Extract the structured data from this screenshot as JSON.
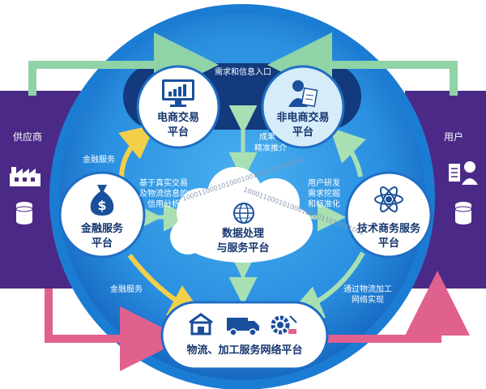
{
  "left_panel": {
    "title": "供应商",
    "icons": [
      "factory-icon",
      "database-icon"
    ]
  },
  "right_panel": {
    "title": "用户",
    "icons": [
      "user-document-icon",
      "database-icon"
    ]
  },
  "top_bar": {
    "title": "需求和信息入口"
  },
  "nodes": {
    "ecommerce": {
      "line1": "电商交易",
      "line2": "平台",
      "icon": "monitor-chart-icon"
    },
    "non_ecommerce": {
      "line1": "非电商交易",
      "line2": "平台",
      "icon": "person-document-icon"
    },
    "financial": {
      "line1": "金融服务",
      "line2": "平台",
      "icon": "money-bag-icon"
    },
    "data": {
      "line1": "数据处理",
      "line2": "与服务平台",
      "icon": "globe-icon"
    },
    "tech": {
      "line1": "技术商务服务",
      "line2": "平台",
      "icon": "atom-icon"
    },
    "logistics": {
      "line1": "物流、加工服务网络平台",
      "icons": [
        "warehouse-icon",
        "truck-icon",
        "gear-icon"
      ]
    }
  },
  "edge_labels": {
    "finance_top": "金融服务",
    "finance_bottom": "金融服务",
    "results_line1": "成果",
    "results_line2": "精准推介",
    "analysis_line1": "基于真实交易",
    "analysis_line2": "及物流信息的",
    "analysis_line3": "信用分析",
    "research_line1": "用户研发",
    "research_line2": "需求挖掘",
    "research_line3": "和标准化",
    "logistics_line1": "通过物流加工",
    "logistics_line2": "网络实现"
  },
  "data_stream": "1000110001010001001011010101001",
  "colors": {
    "circle_outer": "#1b7cd4",
    "circle_inner": "#2f98e4",
    "top_bar": "#123a7c",
    "side_panels": "#4a2a86",
    "green_arrows": "#8fd3a6",
    "pink_arrows": "#e0608e",
    "yellow_arrows": "#f2d04a",
    "node_text": "#14356e"
  }
}
